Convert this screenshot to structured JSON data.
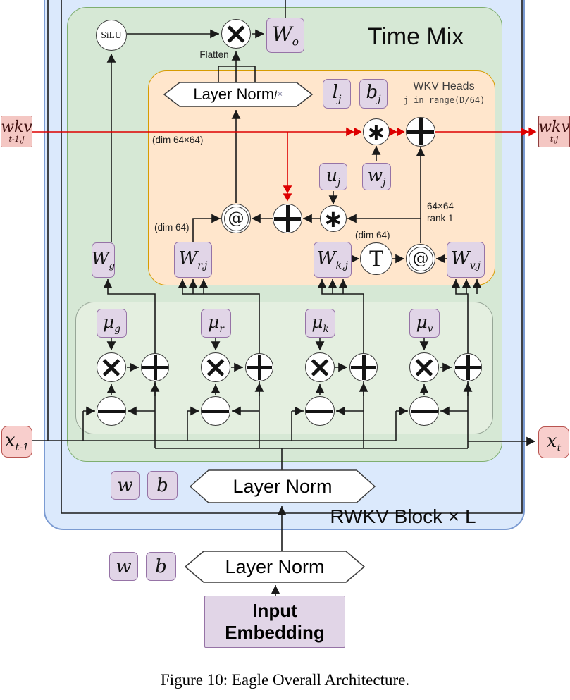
{
  "caption": "Figure 10: Eagle Overall Architecture.",
  "containers": {
    "time_mix_label": "Time Mix",
    "rwkv_block_label": "RWKV Block × L"
  },
  "wkv_heads": {
    "title": "WKV Heads",
    "range": "j in range(D/64)"
  },
  "annotations": {
    "flatten": "Flatten",
    "dim_wkv": "(dim 64×64)",
    "dim_r": "(dim 64)",
    "dim_k": "(dim 64)",
    "rank_line1": "64×64",
    "rank_line2": "rank 1"
  },
  "layer_norms": {
    "inner": {
      "text": "Layer Norm",
      "sub": "j",
      "ref": "※"
    },
    "mid": {
      "text": "Layer Norm"
    },
    "bottom": {
      "text": "Layer Norm"
    }
  },
  "ops": {
    "silu": "SiLU",
    "at": "@",
    "transpose": "T",
    "star": "∗"
  },
  "params": {
    "wo": {
      "main": "W",
      "sub": "o"
    },
    "wg": {
      "main": "W",
      "sub": "g"
    },
    "wrj": {
      "main": "W",
      "sub": "r,j"
    },
    "wkj": {
      "main": "W",
      "sub": "k,j"
    },
    "wvj": {
      "main": "W",
      "sub": "v,j"
    },
    "lj": {
      "main": "l",
      "sub": "j"
    },
    "bj": {
      "main": "b",
      "sub": "j"
    },
    "uj": {
      "main": "u",
      "sub": "j"
    },
    "wj": {
      "main": "w",
      "sub": "j"
    },
    "ln_w1": "w",
    "ln_b1": "b",
    "ln_w2": "w",
    "ln_b2": "b"
  },
  "lerp_groups": [
    {
      "mu_main": "μ",
      "mu_sub": "g"
    },
    {
      "mu_main": "μ",
      "mu_sub": "r"
    },
    {
      "mu_main": "μ",
      "mu_sub": "k"
    },
    {
      "mu_main": "μ",
      "mu_sub": "v"
    }
  ],
  "io": {
    "wkv_in": {
      "main": "wkv",
      "sub": "t-1,j"
    },
    "wkv_out": {
      "main": "wkv",
      "sub": "t,j"
    },
    "x_in": {
      "main": "x",
      "sub": "t-1"
    },
    "x_out": {
      "main": "x",
      "sub": "t"
    }
  },
  "input_embedding": {
    "line1": "Input",
    "line2": "Embedding"
  },
  "colors": {
    "blue_fill": "#dbe9fc",
    "green_fill": "#d6e8d5",
    "inner_green_fill": "#e4efe0",
    "orange_fill": "#ffe6cc",
    "purple_fill": "#e1d5e7",
    "purple_border": "#9673a6",
    "pink_fill": "#f8cecc",
    "pink_border": "#b85450",
    "red_line": "#dd0000"
  }
}
